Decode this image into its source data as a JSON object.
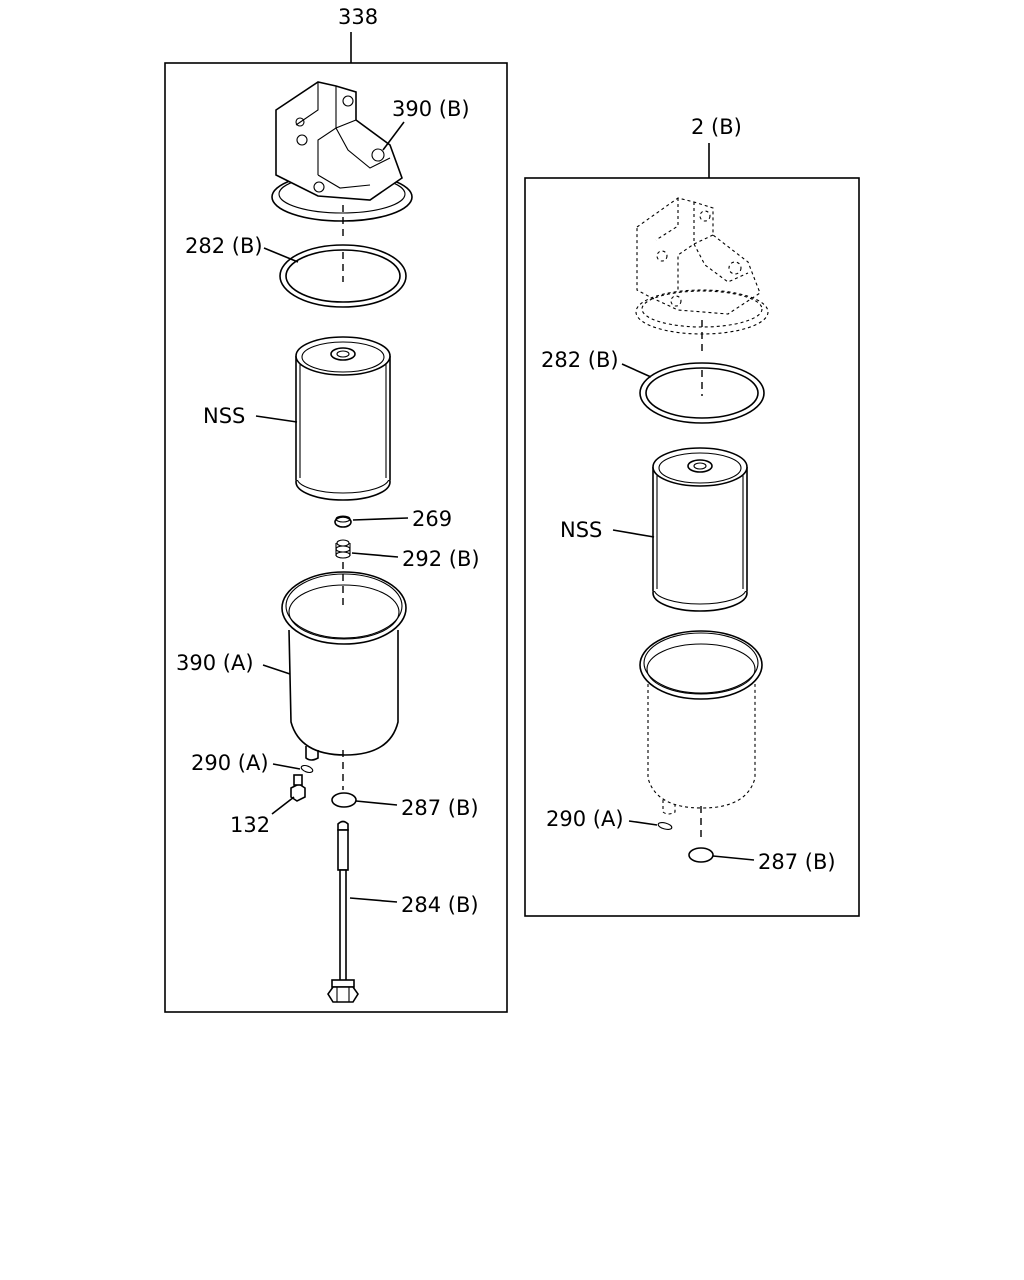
{
  "assemblies": [
    {
      "number": "338",
      "labels": [
        "390 (B)",
        "282 (B)",
        "NSS",
        "269",
        "292 (B)",
        "390 (A)",
        "290 (A)",
        "132",
        "287 (B)",
        "284 (B)"
      ]
    },
    {
      "number": "2 (B)",
      "labels": [
        "282 (B)",
        "NSS",
        "290 (A)",
        "287 (B)"
      ]
    }
  ]
}
